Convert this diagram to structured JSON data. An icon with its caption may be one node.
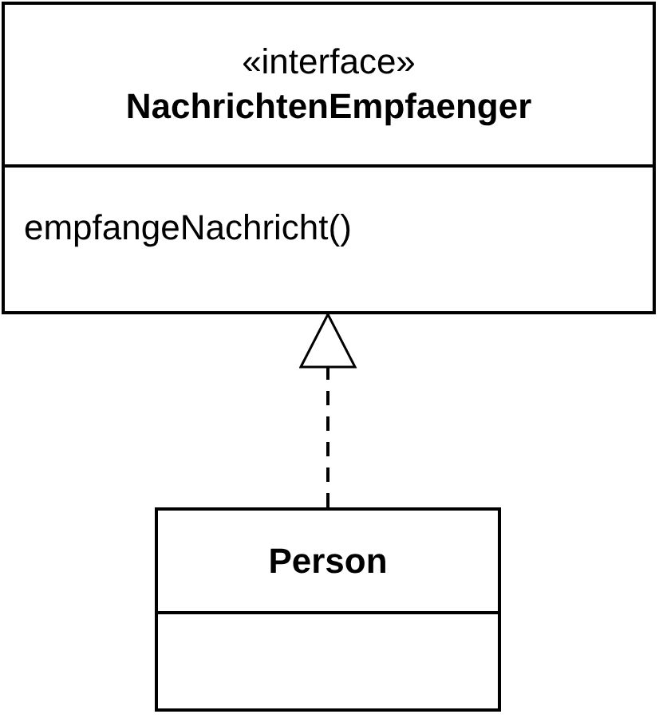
{
  "diagram": {
    "nodes": [
      {
        "text": [
          "«interface»",
          "NachrichtenEmpfaenger",
          "empfangeNachricht()"
        ]
      },
      {
        "text": [
          "Person"
        ]
      }
    ],
    "edges": [
      {
        "from": 1,
        "to": 0,
        "arrow": "to",
        "style": "dashed"
      }
    ]
  }
}
